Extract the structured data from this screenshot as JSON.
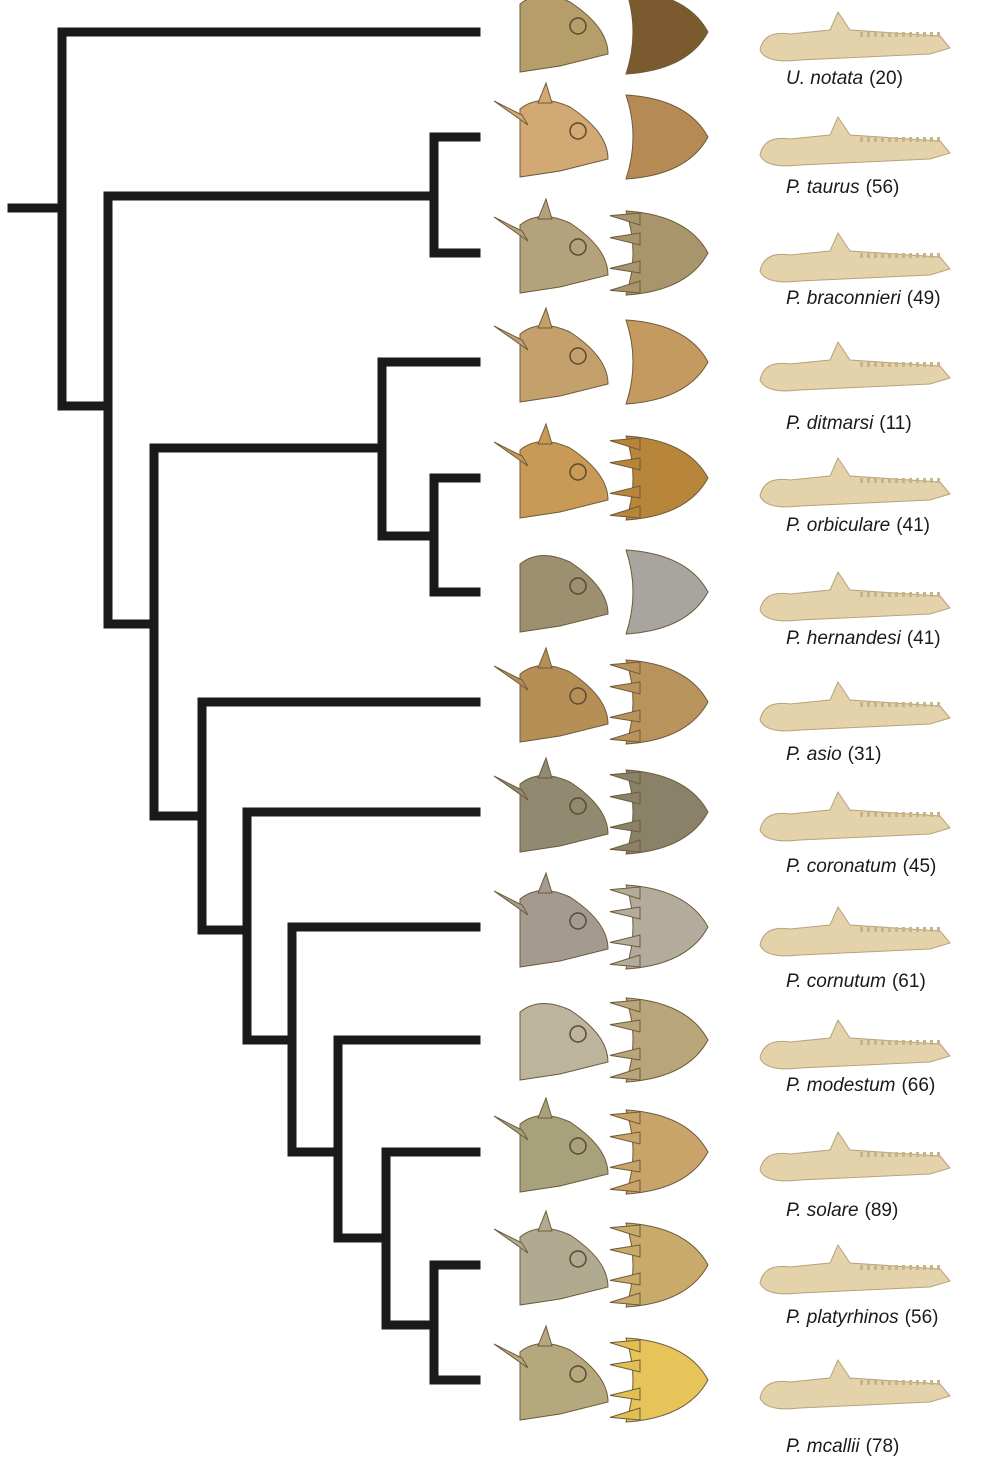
{
  "taxa": [
    {
      "species": "U. notata",
      "count": "(20)"
    },
    {
      "species": "P. taurus",
      "count": "(56)"
    },
    {
      "species": "P. braconnieri",
      "count": "(49)"
    },
    {
      "species": "P. ditmarsi",
      "count": "(11)"
    },
    {
      "species": "P. orbiculare",
      "count": "(41)"
    },
    {
      "species": "P. hernandesi",
      "count": "(41)"
    },
    {
      "species": "P. asio",
      "count": "(31)"
    },
    {
      "species": "P. coronatum",
      "count": "(45)"
    },
    {
      "species": "P. cornutum",
      "count": "(61)"
    },
    {
      "species": "P. modestum",
      "count": "(66)"
    },
    {
      "species": "P. solare",
      "count": "(89)"
    },
    {
      "species": "P. platyrhinos",
      "count": "(56)"
    },
    {
      "species": "P. mcallii",
      "count": "(78)"
    }
  ],
  "colors": {
    "tree": "#1a1a1a",
    "skull_tan": "#c9a46b",
    "skull_dark": "#8a7a5a",
    "skull_grey": "#a8a090",
    "skull_yellow": "#e0bf55",
    "jaw": "#e4d2aa"
  },
  "specimens": [
    {
      "lat_color": "#b59e6a",
      "dor_color": "#7a5a2e"
    },
    {
      "lat_color": "#d2a875",
      "dor_color": "#b58a55"
    },
    {
      "lat_color": "#b3a27c",
      "dor_color": "#a8956c"
    },
    {
      "lat_color": "#c4a06c",
      "dor_color": "#c49a60"
    },
    {
      "lat_color": "#c99a55",
      "dor_color": "#b8863a"
    },
    {
      "lat_color": "#9c9070",
      "dor_color": "#a8a4a0"
    },
    {
      "lat_color": "#b58f55",
      "dor_color": "#b9935c"
    },
    {
      "lat_color": "#8f8a70",
      "dor_color": "#8a8268"
    },
    {
      "lat_color": "#a39a90",
      "dor_color": "#b3ab9c"
    },
    {
      "lat_color": "#bcb49c",
      "dor_color": "#b9a57a"
    },
    {
      "lat_color": "#a8a27c",
      "dor_color": "#c8a46a"
    },
    {
      "lat_color": "#b0aa90",
      "dor_color": "#c8aa6a"
    },
    {
      "lat_color": "#b5a87c",
      "dor_color": "#e6c45a"
    }
  ]
}
